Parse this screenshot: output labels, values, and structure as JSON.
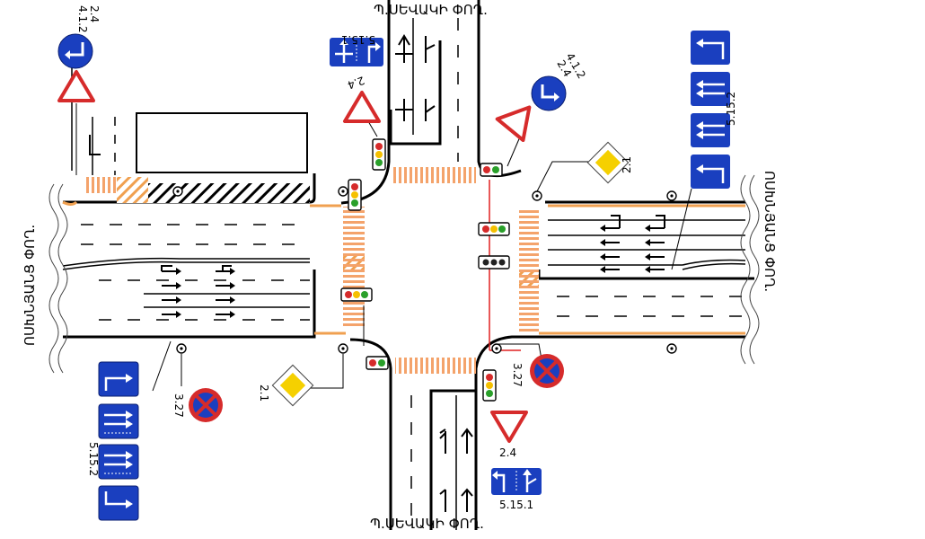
{
  "colors": {
    "sign_blue": "#1a3fbf",
    "sign_red": "#d62b2b",
    "priority_yellow": "#f5d000",
    "crossing_orange": "#f4a36b",
    "curb_orange": "#f0a050",
    "stop_line_red": "#e02020",
    "road_line": "#000000"
  },
  "streets": {
    "top": "Պ.ՍԵՎԱԿԻ ՓՈՂ.",
    "bottom": "Պ.ՍԵՎԱԿԻ ՓՈՂ.",
    "left": "ՈՍԽՆՅԱՆՑ ՓՈՂ.",
    "right": "ՈՍԽՆՅԱՆՑ ՓՈՂ."
  },
  "sign_labels": {
    "top_left_arrow": "2.4",
    "top_left_arrow_code": "4.1.2",
    "top_left_panel": "5.15.1",
    "top_center_yield": "2.4",
    "top_right_round": "4.1.2",
    "top_right_round_code": "2.4",
    "right_panel": "5.15.2",
    "right_priority": "2.1",
    "left_panel": "5.15.2",
    "left_no_stopping": "3.27",
    "left_priority": "2.1",
    "bottom_no_stopping": "3.27",
    "bottom_yield": "2.4",
    "bottom_panel": "5.15.1"
  },
  "icons": [
    "turn-left-round-icon",
    "yield-triangle-icon",
    "lane-direction-panel-icon",
    "traffic-light-icon",
    "priority-road-icon",
    "no-stopping-icon",
    "turn-right-round-icon"
  ]
}
